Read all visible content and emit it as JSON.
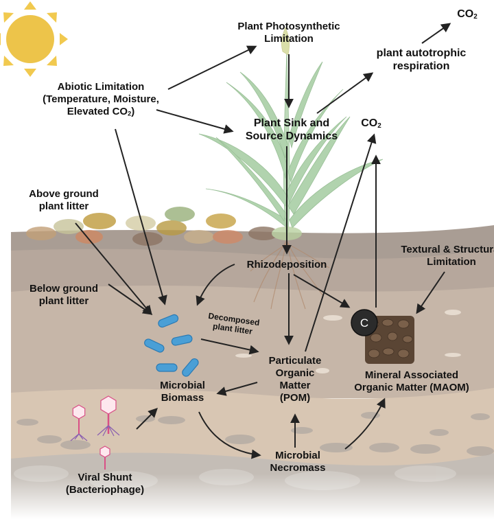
{
  "labels": {
    "plant_photosynthetic_limitation": [
      "Plant Photosynthetic",
      "Limitation"
    ],
    "co2_top": {
      "base": "CO",
      "sub": "2"
    },
    "plant_autotrophic_respiration": [
      "plant autotrophic",
      "respiration"
    ],
    "abiotic_limitation": [
      "Abiotic Limitation",
      "(Temperature, Moisture,",
      "Elevated CO",
      "2",
      ")"
    ],
    "plant_sink_source": [
      "Plant Sink and",
      "Source Dynamics"
    ],
    "co2_mid": {
      "base": "CO",
      "sub": "2"
    },
    "above_ground_litter": [
      "Above ground",
      "plant litter"
    ],
    "rhizodeposition": "Rhizodeposition",
    "textural_structural_limitation": [
      "Textural & Structural",
      "Limitation"
    ],
    "below_ground_litter": [
      "Below ground",
      "plant litter"
    ],
    "decomposed_plant_litter": [
      "Decomposed",
      "plant litter"
    ],
    "mineral_carbon_badge": "C",
    "pom": [
      "Particulate",
      "Organic",
      "Matter",
      "(POM)"
    ],
    "maom": [
      "Mineral Associated",
      "Organic Matter (MAOM)"
    ],
    "microbial_biomass": [
      "Microbial",
      "Biomass"
    ],
    "microbial_necromass": [
      "Microbial",
      "Necromass"
    ],
    "viral_shunt": [
      "Viral Shunt",
      "(Bacteriophage)"
    ]
  },
  "icons": {
    "sun": "sun-icon",
    "plant": "plant-icon",
    "leaf_litter": "leaf-litter-icon",
    "roots": "roots-icon",
    "bacteria": "bacteria-icon",
    "bacteriophage": "bacteriophage-icon",
    "mineral_aggregate": "mineral-aggregate-icon",
    "carbon_badge": "carbon-badge-icon"
  },
  "colors": {
    "sun": "#edc44a",
    "plant": "#a9cfa6",
    "soil_top": "#a79a91",
    "soil_mid": "#c2b3a6",
    "soil_low": "#d8c7b5",
    "soil_bottom": "#bfb8b2",
    "bacteria": "#4a9fd6",
    "phage": "#d94f86",
    "mineral": "#5a4534",
    "arrow": "#222222"
  }
}
